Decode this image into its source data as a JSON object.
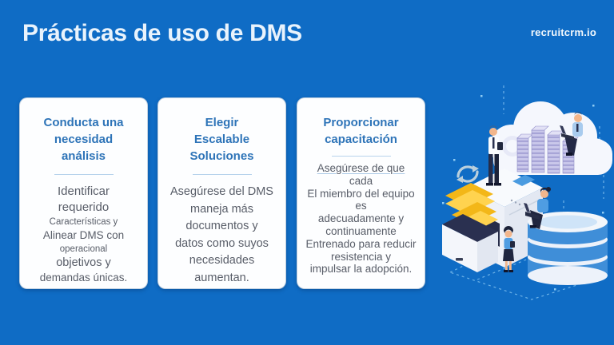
{
  "slide": {
    "title": "Prácticas de uso de DMS",
    "brand": "recruitcrm.io",
    "colors": {
      "background": "#0f6cc5",
      "title_text": "#e9f3fc",
      "card_heading": "#2e74b8",
      "card_body": "#585d68",
      "card_background": "#fdfeff",
      "divider": "#b7d3ec",
      "folder_yellow": "#f5bb1c",
      "database_blue": "#3f8ed8",
      "rack_lavender": "#c9c7ea",
      "decor_lightblue": "#7fc0ef"
    }
  },
  "cards": [
    {
      "heading_lines": [
        "Conducta una",
        "necesidad",
        "análisis"
      ],
      "body_lines": [
        "Identificar",
        "requerido",
        "Características y",
        "Alinear DMS con",
        "operacional",
        "objetivos y",
        "demandas únicas."
      ]
    },
    {
      "heading_lines": [
        "Elegir",
        "Escalable",
        "Soluciones"
      ],
      "body_lines": [
        "Asegúrese del DMS",
        "maneja más",
        "documentos y",
        "datos como suyos",
        "necesidades",
        "aumentan."
      ]
    },
    {
      "heading_lines": [
        "Proporcionar",
        "capacitación"
      ],
      "body_lines": [
        "Asegúrese de que",
        "cada",
        "El miembro del equipo",
        "es",
        "adecuadamente y",
        "continuamente",
        "Entrenado para reducir",
        "resistencia y",
        "impulsar la adopción."
      ]
    }
  ],
  "illustration": {
    "icons": [
      "cloud-icon",
      "server-rack-icon",
      "file-cabinet-icon",
      "folder-drawer-icon",
      "database-icon",
      "sync-arrows-icon"
    ],
    "people": [
      "man-standing-on-cabinet",
      "man-sitting-on-cloud",
      "woman-sitting-on-database",
      "woman-standing-ground"
    ]
  }
}
